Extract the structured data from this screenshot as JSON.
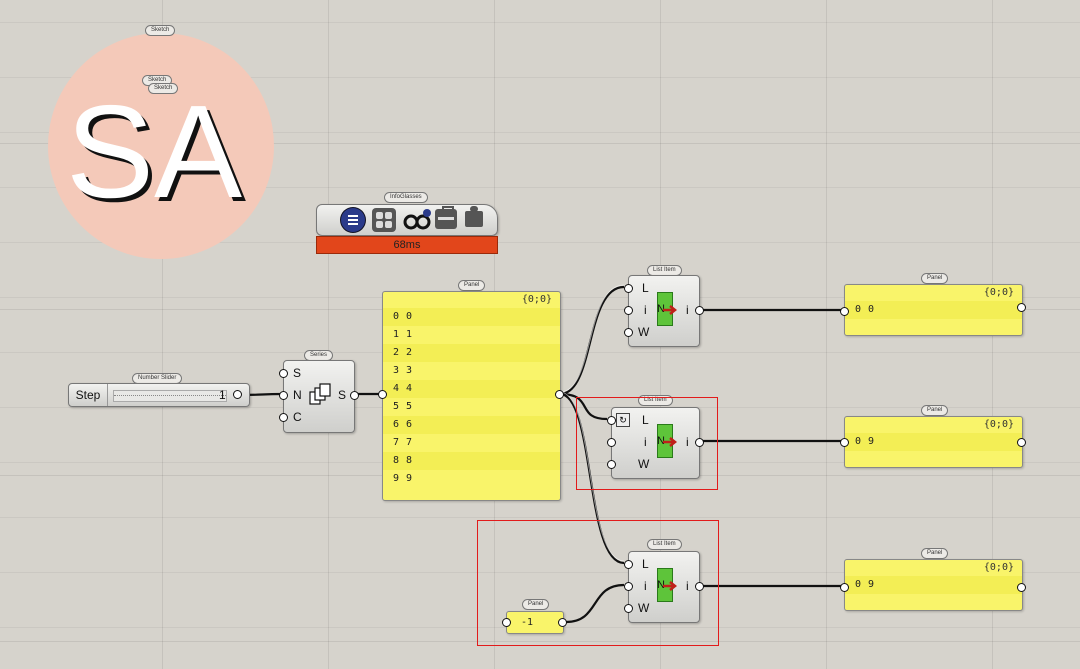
{
  "canvas": {
    "background": "#d6d3cc"
  },
  "logo": {
    "text": "SA",
    "circle_color": "#f4c9b9"
  },
  "tags": {
    "sketch1": "Sketch",
    "sketch2": "Sketch",
    "sketch3": "Sketch",
    "infoglasses": "InfoGlasses",
    "number_slider": "Number Slider",
    "series": "Series",
    "panel_main": "Panel",
    "list_item_1": "List Item",
    "list_item_2": "List Item",
    "list_item_3": "List Item",
    "panel_out1": "Panel",
    "panel_out2": "Panel",
    "panel_out3": "Panel",
    "panel_input": "Panel"
  },
  "infoglasses": {
    "timing": "68ms",
    "timing_color": "#e2461b"
  },
  "slider": {
    "label": "Step",
    "value": "1"
  },
  "series": {
    "inputs": [
      "S",
      "N",
      "C"
    ],
    "output": "S"
  },
  "list_item": {
    "inputs": [
      "L",
      "i",
      "W"
    ],
    "output": "i",
    "icon_letter": "N"
  },
  "main_panel": {
    "header": "{0;0}",
    "rows": [
      {
        "i": "0",
        "v": "0"
      },
      {
        "i": "1",
        "v": "1"
      },
      {
        "i": "2",
        "v": "2"
      },
      {
        "i": "3",
        "v": "3"
      },
      {
        "i": "4",
        "v": "4"
      },
      {
        "i": "5",
        "v": "5"
      },
      {
        "i": "6",
        "v": "6"
      },
      {
        "i": "7",
        "v": "7"
      },
      {
        "i": "8",
        "v": "8"
      },
      {
        "i": "9",
        "v": "9"
      }
    ]
  },
  "out_panels": [
    {
      "header": "{0;0}",
      "i": "0",
      "v": "0"
    },
    {
      "header": "{0;0}",
      "i": "0",
      "v": "9"
    },
    {
      "header": "{0;0}",
      "i": "0",
      "v": "9"
    }
  ],
  "input_panel": {
    "value": "-1"
  },
  "highlight_color": "#e21b1b"
}
